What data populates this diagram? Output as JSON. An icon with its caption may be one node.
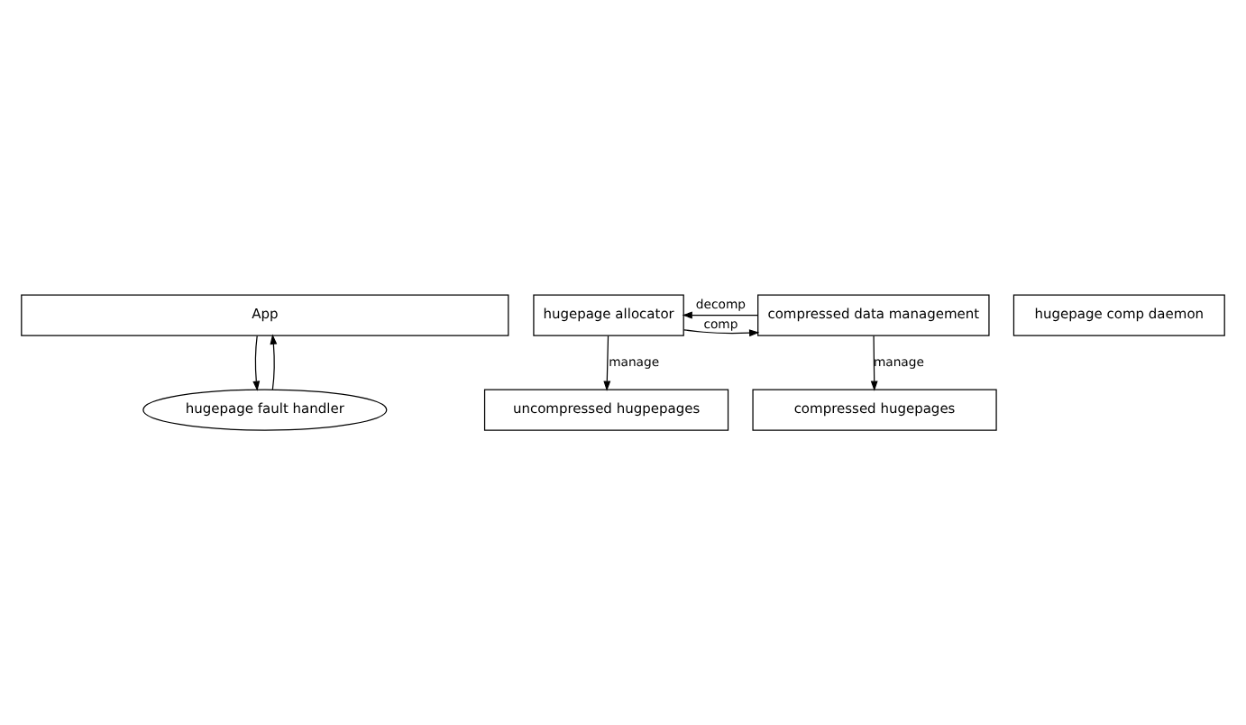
{
  "diagram": {
    "nodes": [
      {
        "text": [
          "App"
        ]
      },
      {
        "text": [
          "uncompressed hugpepages"
        ]
      },
      {
        "text": [
          "compressed hugepages"
        ]
      },
      {
        "text": [
          "hugepage fault handler"
        ]
      },
      {
        "text": [
          "hugepage allocator"
        ]
      },
      {
        "text": [
          "compressed data management"
        ]
      },
      {
        "text": [
          "hugepage comp daemon"
        ]
      }
    ],
    "edges": [
      {
        "from": 0,
        "to": 3,
        "arrow": "to"
      },
      {
        "from": 3,
        "to": 0,
        "arrow": "to"
      },
      {
        "from": 4,
        "to": 1,
        "arrow": "to",
        "label": "manage"
      },
      {
        "from": 5,
        "to": 2,
        "arrow": "to",
        "label": "manage"
      },
      {
        "from": 5,
        "to": 4,
        "arrow": "to",
        "label": "decomp"
      },
      {
        "from": 4,
        "to": 5,
        "arrow": "to",
        "label": "comp"
      }
    ]
  }
}
